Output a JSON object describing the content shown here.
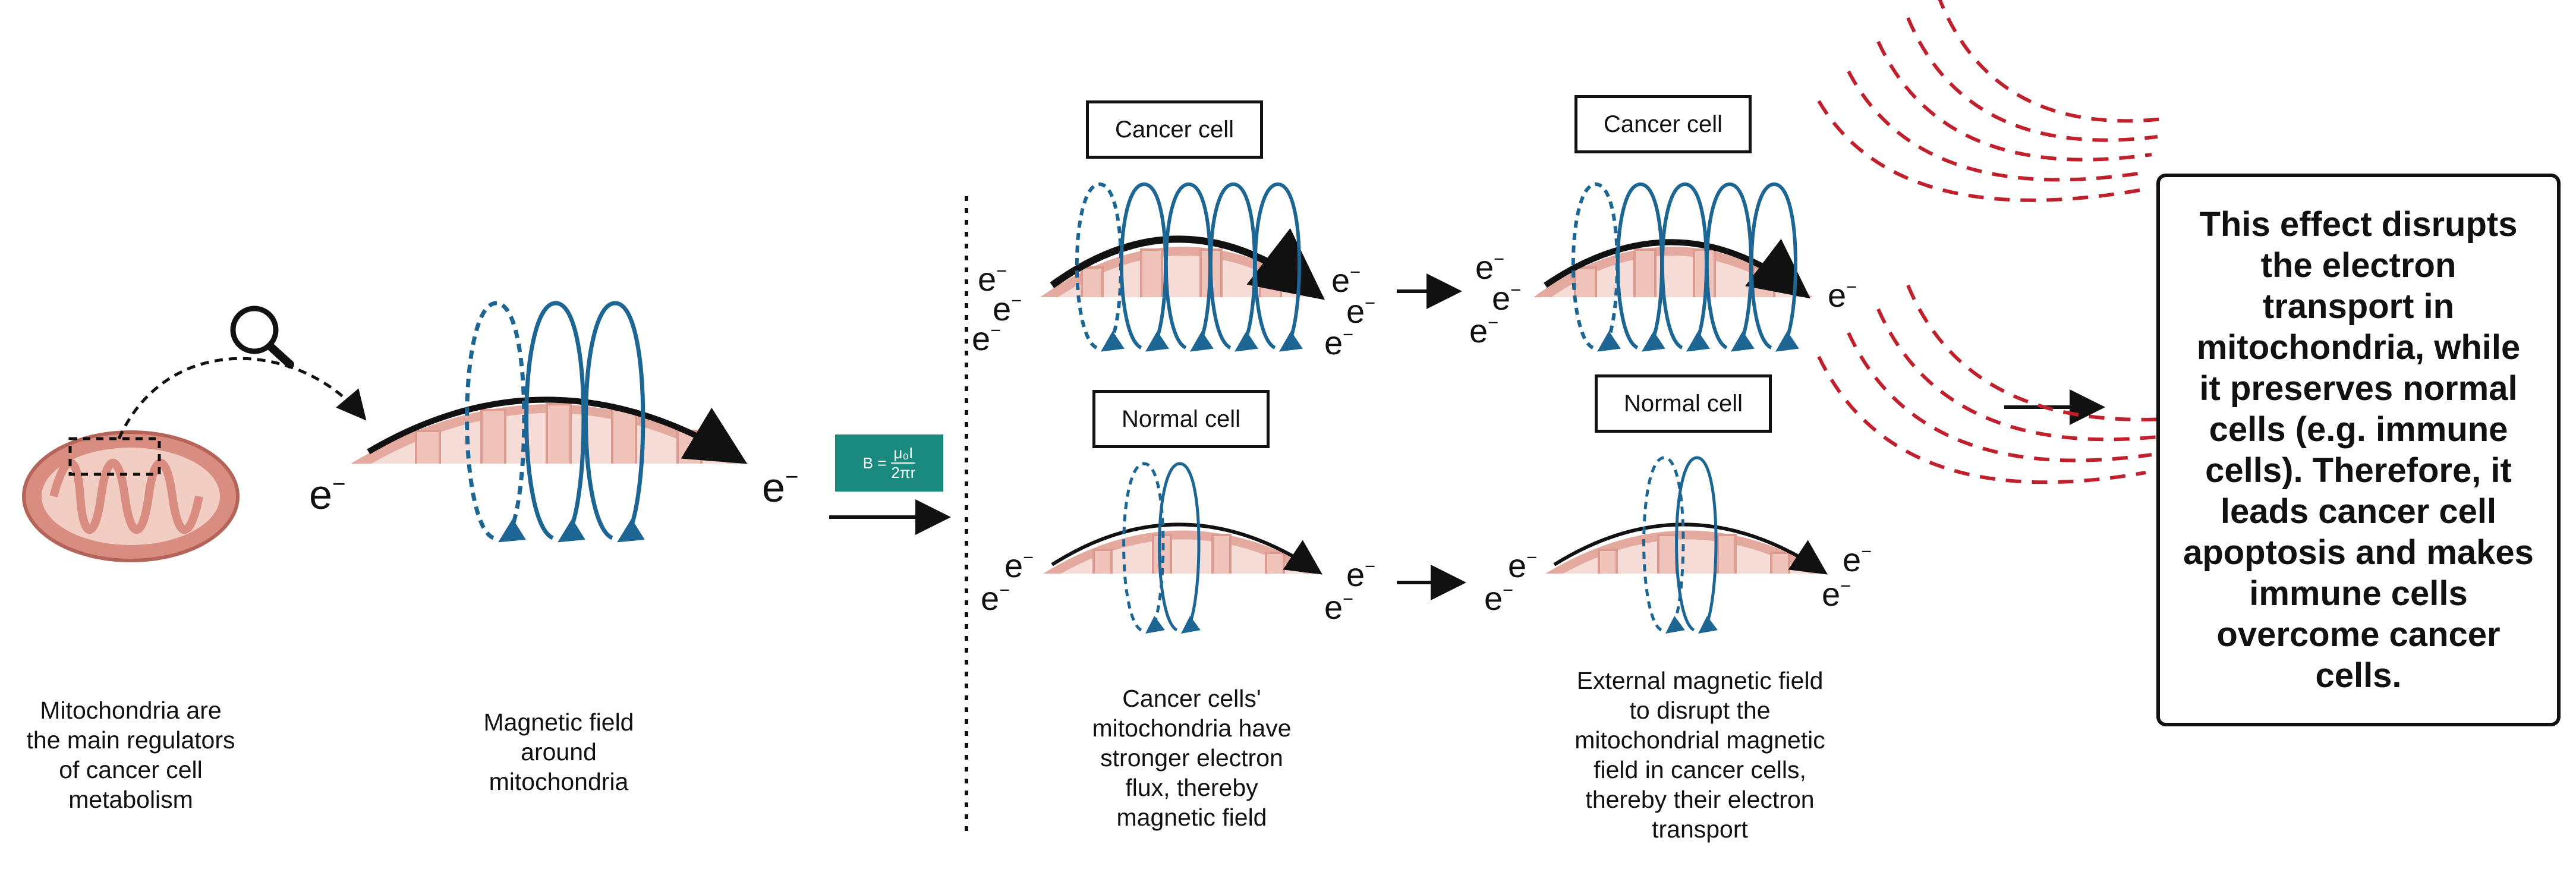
{
  "captions": {
    "mito": "Mitochondria are\nthe main regulators\nof cancer cell\nmetabolism",
    "field": "Magnetic field\naround\nmitochondria",
    "cancer_flux": "Cancer cells'\nmitochondria have\nstronger electron\nflux, thereby\nmagnetic field",
    "external": "External magnetic field\nto disrupt the\nmitochondrial magnetic\nfield in cancer cells,\nthereby their electron\ntransport"
  },
  "labels": {
    "cancer_cell": "Cancer cell",
    "normal_cell": "Normal cell"
  },
  "formula": {
    "lhs": "B =",
    "numerator": "μ₀I",
    "denominator": "2πr"
  },
  "electron": {
    "base": "e",
    "charge": "−"
  },
  "conclusion": "This effect disrupts the electron transport in mitochondria, while it preserves normal cells (e.g. immune cells). Therefore, it leads cancer cell apoptosis and makes immune cells overcome cancer cells.",
  "colors": {
    "loop_blue": "#1d6694",
    "membrane_outer": "#dc9b91",
    "membrane_inner": "#f6dcd6",
    "crista": "#f4d2cb",
    "field_red": "#c0202c",
    "formula_bg": "#1a8a7f"
  },
  "icons": [
    "magnifier-icon",
    "mitochondrion-icon"
  ]
}
